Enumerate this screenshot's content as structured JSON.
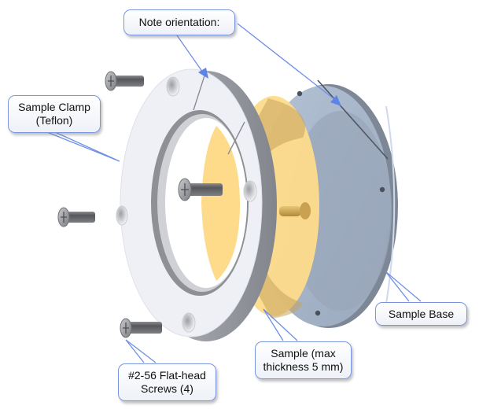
{
  "diagram": {
    "title": "Exploded view of sample holder assembly",
    "colors": {
      "callout_border": "#7a95e0",
      "leader_line": "#6f8fe6",
      "clamp_face": "#eef0f6",
      "clamp_edge": "#a7a9b1",
      "sample": "#fddb8a",
      "base": "#a8b6cb",
      "base_edge": "#6d7685",
      "screw": "#6a6c70"
    },
    "callouts": {
      "orientation": {
        "lines": [
          "Note orientation:"
        ]
      },
      "clamp": {
        "lines": [
          "Sample Clamp",
          "(Teflon)"
        ]
      },
      "screws": {
        "lines": [
          "#2-56 Flat-head",
          "Screws (4)"
        ]
      },
      "sample": {
        "lines": [
          "Sample (max",
          "thickness 5 mm)"
        ]
      },
      "base": {
        "lines": [
          "Sample Base"
        ]
      }
    },
    "parts": [
      "sample-clamp",
      "sample",
      "sample-base",
      "screw",
      "screw",
      "screw",
      "screw"
    ]
  }
}
